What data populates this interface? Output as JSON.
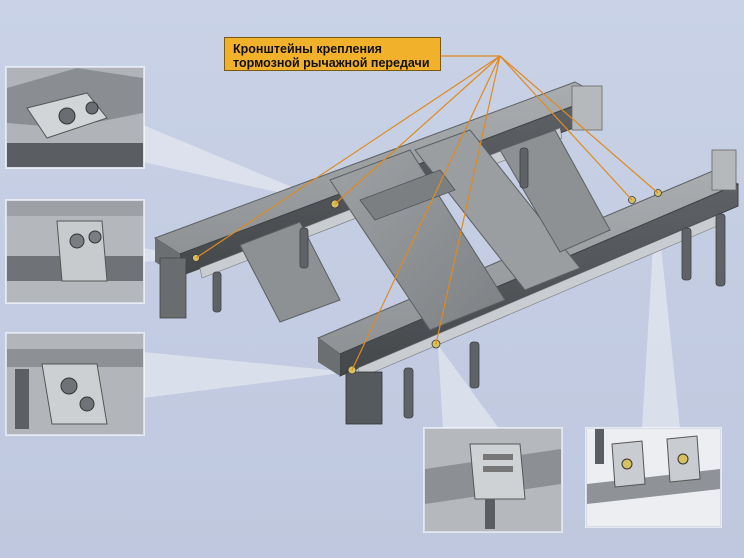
{
  "callout": {
    "line1": "Кронштейны крепления",
    "line2": "тормозной рычажной передачи"
  },
  "colors": {
    "background": "#c6cfe4",
    "callout_fill": "#f2b12a",
    "leader_line": "#e08a1e",
    "frame_metal": "#8f9396",
    "bracket_highlight": "#d8c060"
  },
  "insets": [
    {
      "id": "inset-top-left",
      "subject": "bracket-closeup"
    },
    {
      "id": "inset-mid-left",
      "subject": "bracket-closeup"
    },
    {
      "id": "inset-bottom-left",
      "subject": "bracket-closeup"
    },
    {
      "id": "inset-bottom-center",
      "subject": "bracket-closeup"
    },
    {
      "id": "inset-bottom-right",
      "subject": "bracket-closeup"
    }
  ]
}
